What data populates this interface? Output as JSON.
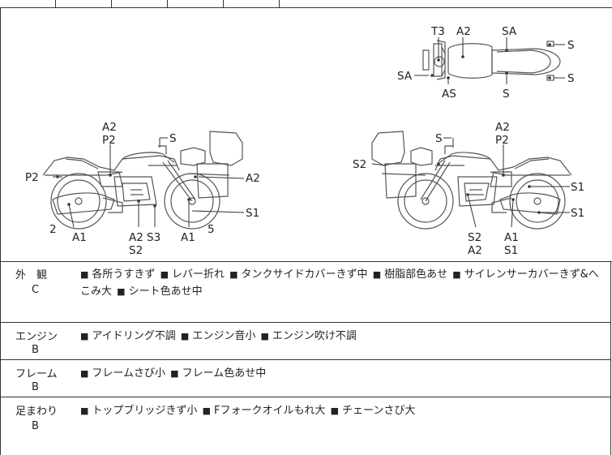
{
  "diagram": {
    "labels": {
      "top_T3": "T3",
      "top_A2": "A2",
      "top_SA_r": "SA",
      "top_S1": "S",
      "top_S2": "S",
      "top_SA_l": "SA",
      "top_AS": "AS",
      "top_S_b": "S",
      "left_A2": "A2",
      "left_P2": "P2",
      "left_S": "S",
      "left_P2_side": "P2",
      "left_A2_r": "A2",
      "left_S1": "S1",
      "left_2": "2",
      "left_A1": "A1",
      "left_A2_b": "A2",
      "left_S3": "S3",
      "left_S2": "S2",
      "left_A1_b": "A1",
      "left_5": "5",
      "right_S": "S",
      "right_A2": "A2",
      "right_P2": "P2",
      "right_S2": "S2",
      "right_S1_a": "S1",
      "right_S1_b": "S1",
      "right_S2_b": "S2",
      "right_A2_b": "A2",
      "right_A1": "A1",
      "right_S1_c": "S1"
    }
  },
  "sections": [
    {
      "category": "外　観",
      "grade": "C",
      "items": [
        "各所うすきず",
        "レバー折れ",
        "タンクサイドカバーきず中",
        "樹脂部色あせ",
        "サイレンサーカバーきず&へこみ大",
        "シート色あせ中"
      ]
    },
    {
      "category": "エンジン",
      "grade": "B",
      "items": [
        "アイドリング不調",
        "エンジン音小",
        "エンジン吹け不調"
      ]
    },
    {
      "category": "フレーム",
      "grade": "B",
      "items": [
        "フレームさび小",
        "フレーム色あせ中"
      ]
    },
    {
      "category": "足まわり",
      "grade": "B",
      "items": [
        "トップブリッジきず小",
        "Fフォークオイルもれ大",
        "チェーンさび大"
      ]
    }
  ],
  "bullet_symbol": "■"
}
